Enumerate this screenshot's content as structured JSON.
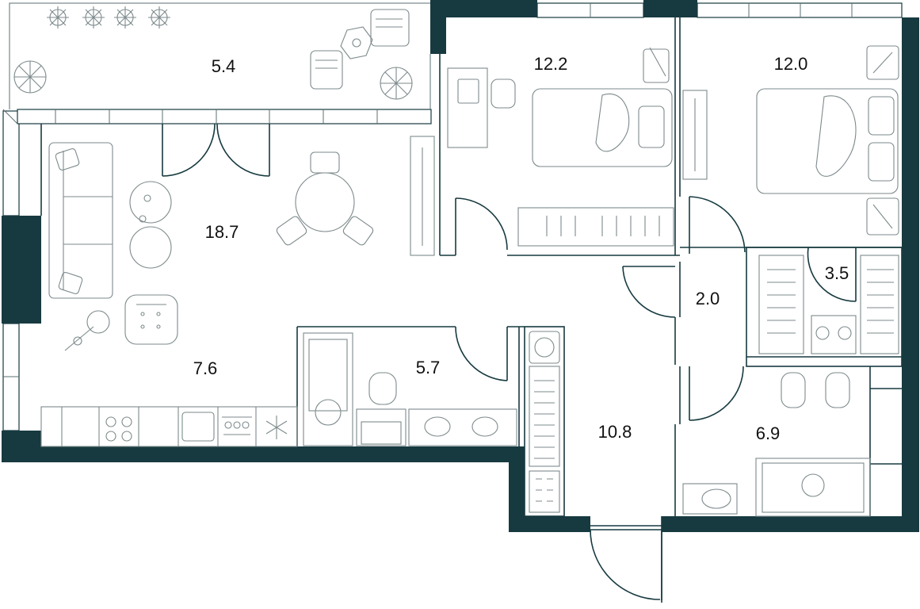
{
  "rooms": [
    {
      "id": "balcony",
      "area": "5.4"
    },
    {
      "id": "bedroom-1",
      "area": "12.2"
    },
    {
      "id": "bedroom-2",
      "area": "12.0"
    },
    {
      "id": "living-room",
      "area": "18.7"
    },
    {
      "id": "wardrobe",
      "area": "3.5"
    },
    {
      "id": "corridor",
      "area": "2.0"
    },
    {
      "id": "kitchen",
      "area": "7.6"
    },
    {
      "id": "bathroom-1",
      "area": "5.7"
    },
    {
      "id": "hallway",
      "area": "10.8"
    },
    {
      "id": "bathroom-2",
      "area": "6.9"
    }
  ],
  "colors": {
    "wall": "#173a40",
    "furniture": "#7d8a8c"
  }
}
